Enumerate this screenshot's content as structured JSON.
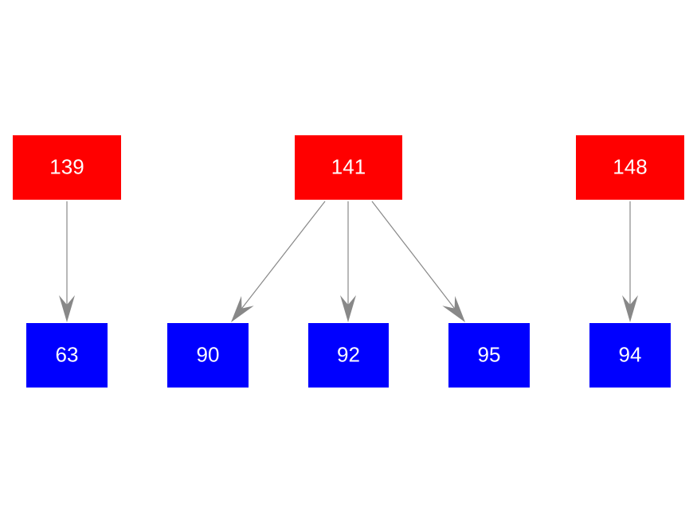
{
  "diagram": {
    "colors": {
      "parent_fill": "#ff0000",
      "child_fill": "#0000ff",
      "label_color": "#ffffff",
      "edge_color": "#888888",
      "background": "#ffffff"
    },
    "nodes": [
      {
        "id": "n139",
        "label": "139",
        "role": "parent"
      },
      {
        "id": "n141",
        "label": "141",
        "role": "parent"
      },
      {
        "id": "n148",
        "label": "148",
        "role": "parent"
      },
      {
        "id": "n63",
        "label": "63",
        "role": "child"
      },
      {
        "id": "n90",
        "label": "90",
        "role": "child"
      },
      {
        "id": "n92",
        "label": "92",
        "role": "child"
      },
      {
        "id": "n95",
        "label": "95",
        "role": "child"
      },
      {
        "id": "n94",
        "label": "94",
        "role": "child"
      }
    ],
    "edges": [
      {
        "from": "n139",
        "to": "n63"
      },
      {
        "from": "n141",
        "to": "n90"
      },
      {
        "from": "n141",
        "to": "n92"
      },
      {
        "from": "n141",
        "to": "n95"
      },
      {
        "from": "n148",
        "to": "n94"
      }
    ]
  }
}
